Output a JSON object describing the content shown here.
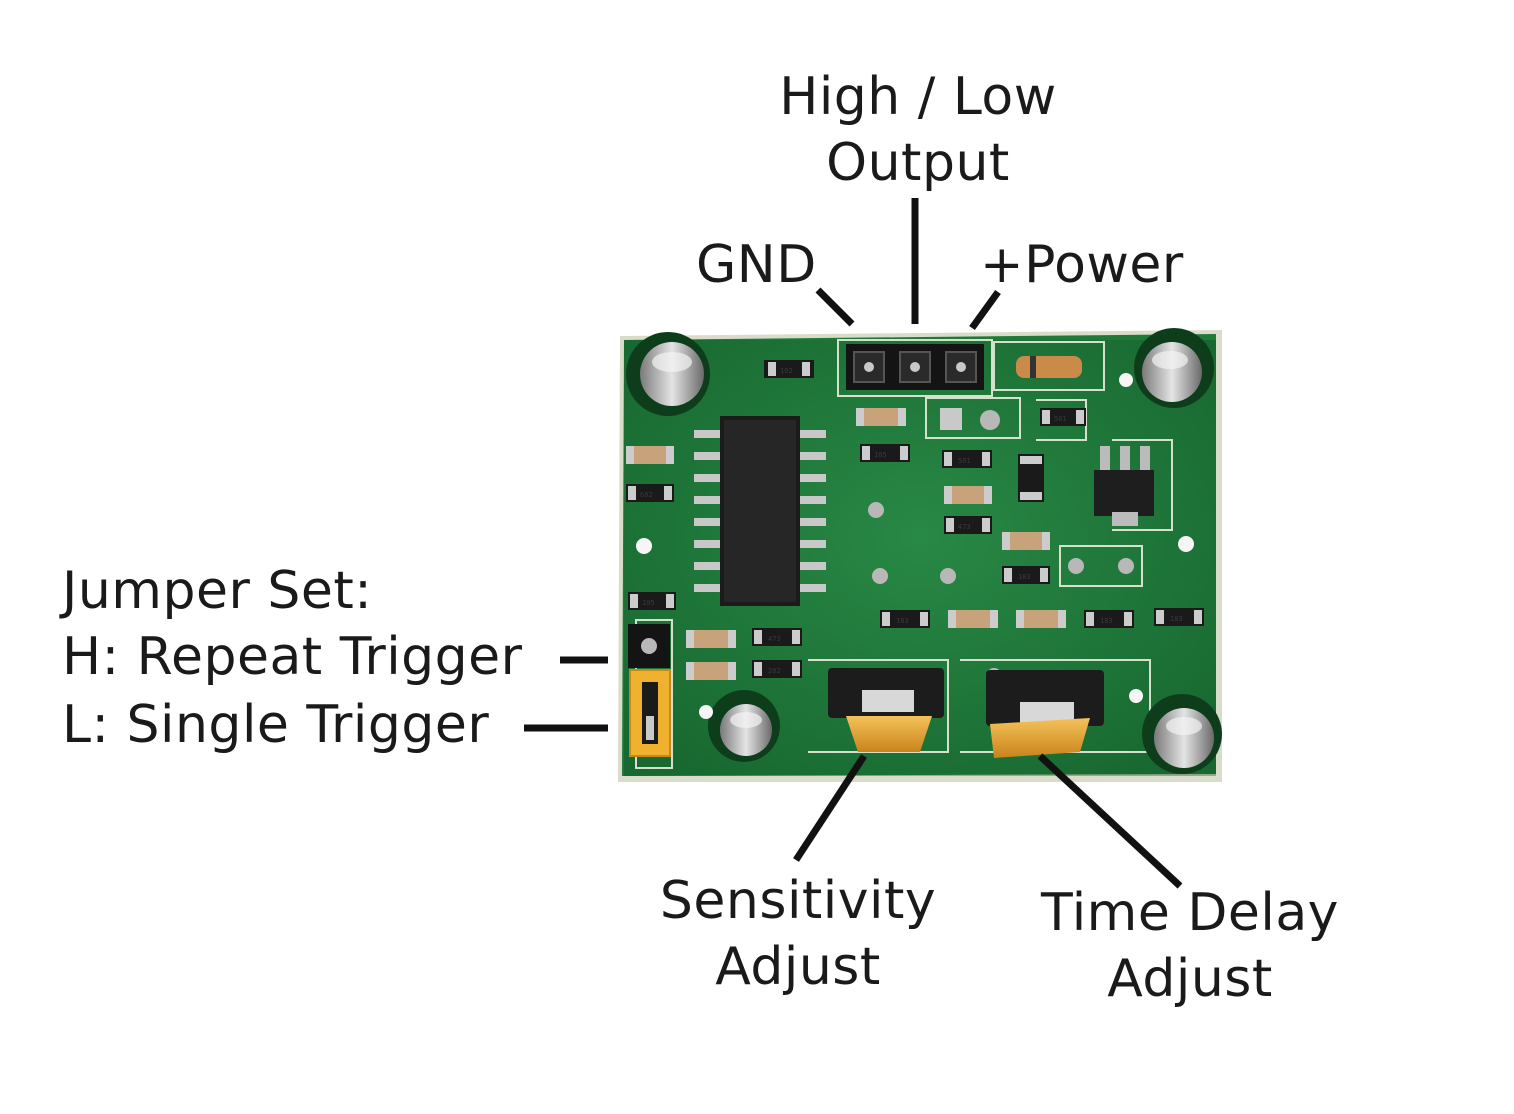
{
  "labels": {
    "output_line1": "High / Low",
    "output_line2": "Output",
    "gnd": "GND",
    "power": "+Power",
    "jumper_title": "Jumper Set:",
    "jumper_h": "H: Repeat Trigger",
    "jumper_l": "L: Single Trigger",
    "sensitivity_line1": "Sensitivity",
    "sensitivity_line2": "Adjust",
    "time_delay_line1": "Time Delay",
    "time_delay_line2": "Adjust"
  },
  "board_markings": {
    "r1": "102",
    "r2": "682",
    "r3": "105",
    "r4": "105",
    "r5": "501",
    "r6": "501",
    "r7": "473",
    "r8": "183",
    "r9": "183",
    "r10": "183",
    "r11": "183",
    "r12": "473",
    "r13": "202",
    "r14": "105"
  },
  "colors": {
    "pcb": "#1f7a3a",
    "pcb_edge": "#d9dcc8",
    "silkscreen": "#e8eddc",
    "potentiometer": "#e8a52a",
    "jumper": "#f0b22e",
    "leader_line": "#111111"
  }
}
